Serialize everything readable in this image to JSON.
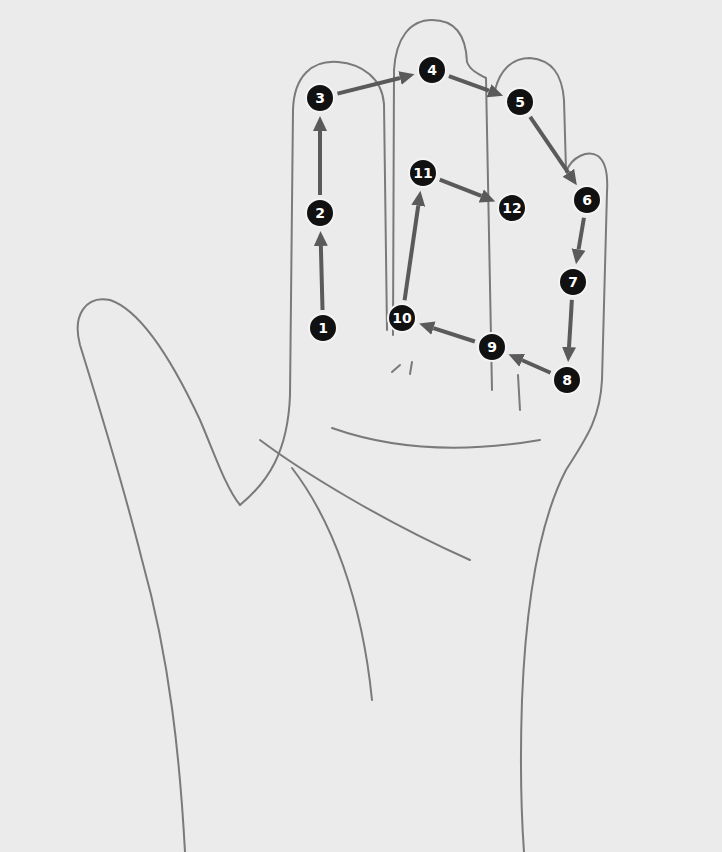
{
  "diagram": {
    "nodes": [
      {
        "text": [
          "1"
        ]
      },
      {
        "text": [
          "2"
        ]
      },
      {
        "text": [
          "3"
        ]
      },
      {
        "text": [
          "4"
        ]
      },
      {
        "text": [
          "5"
        ]
      },
      {
        "text": [
          "6"
        ]
      },
      {
        "text": [
          "7"
        ]
      },
      {
        "text": [
          "8"
        ]
      },
      {
        "text": [
          "9"
        ]
      },
      {
        "text": [
          "10"
        ]
      },
      {
        "text": [
          "11"
        ]
      },
      {
        "text": [
          "12"
        ]
      }
    ],
    "edges": [
      {
        "from": 0,
        "to": 1,
        "arrow": "to"
      },
      {
        "from": 1,
        "to": 2,
        "arrow": "to"
      },
      {
        "from": 2,
        "to": 3,
        "arrow": "to"
      },
      {
        "from": 3,
        "to": 4,
        "arrow": "to"
      },
      {
        "from": 4,
        "to": 5,
        "arrow": "to"
      },
      {
        "from": 5,
        "to": 6,
        "arrow": "to"
      },
      {
        "from": 6,
        "to": 7,
        "arrow": "to"
      },
      {
        "from": 7,
        "to": 8,
        "arrow": "to"
      },
      {
        "from": 8,
        "to": 9,
        "arrow": "to"
      },
      {
        "from": 9,
        "to": 10,
        "arrow": "to"
      },
      {
        "from": 10,
        "to": 11,
        "arrow": "to"
      }
    ]
  }
}
